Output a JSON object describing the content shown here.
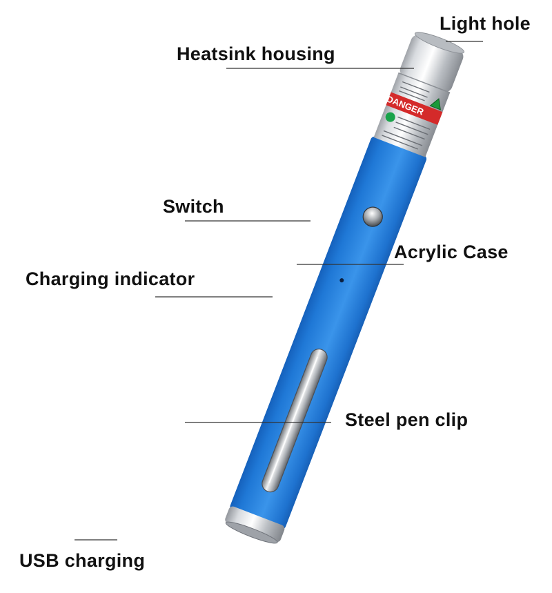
{
  "labels": {
    "light_hole": "Light hole",
    "heatsink_housing": "Heatsink housing",
    "switch": "Switch",
    "acrylic_case": "Acrylic Case",
    "charging_indicator": "Charging indicator",
    "steel_pen_clip": "Steel pen clip",
    "usb_charging": "USB charging"
  },
  "warning_sticker": {
    "danger_text": "DANGER"
  },
  "colors": {
    "body_blue": "#1f78d6",
    "metal": "#c9ccd0",
    "danger_red": "#d42a2a",
    "leader_line": "#333333"
  }
}
